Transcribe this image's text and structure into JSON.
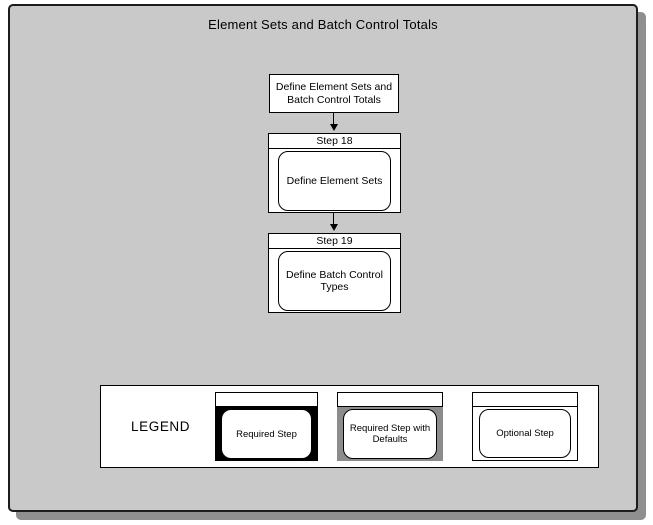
{
  "diagram": {
    "title": "Element Sets and Batch Control Totals",
    "colors": {
      "canvas": "#c9c9c9",
      "canvas_shadow": "#8f8f8f",
      "box_fill": "#ffffff",
      "border": "#000000",
      "required_body": "#000000",
      "required_defaults_body": "#8c8c8c",
      "optional_body": "#ffffff"
    },
    "flow": {
      "start": {
        "label": "Define Element Sets and Batch Control Totals"
      },
      "steps": [
        {
          "name": "Step 18",
          "task": "Define Element Sets"
        },
        {
          "name": "Step 19",
          "task": "Define Batch Control Types"
        }
      ]
    },
    "legend": {
      "title": "LEGEND",
      "items": [
        {
          "label": "Required Step",
          "style": "required",
          "body_color": "#000000"
        },
        {
          "label": "Required Step with Defaults",
          "style": "required_defaults",
          "body_color": "#8c8c8c"
        },
        {
          "label": "Optional Step",
          "style": "optional",
          "body_color": "#ffffff"
        }
      ]
    }
  }
}
